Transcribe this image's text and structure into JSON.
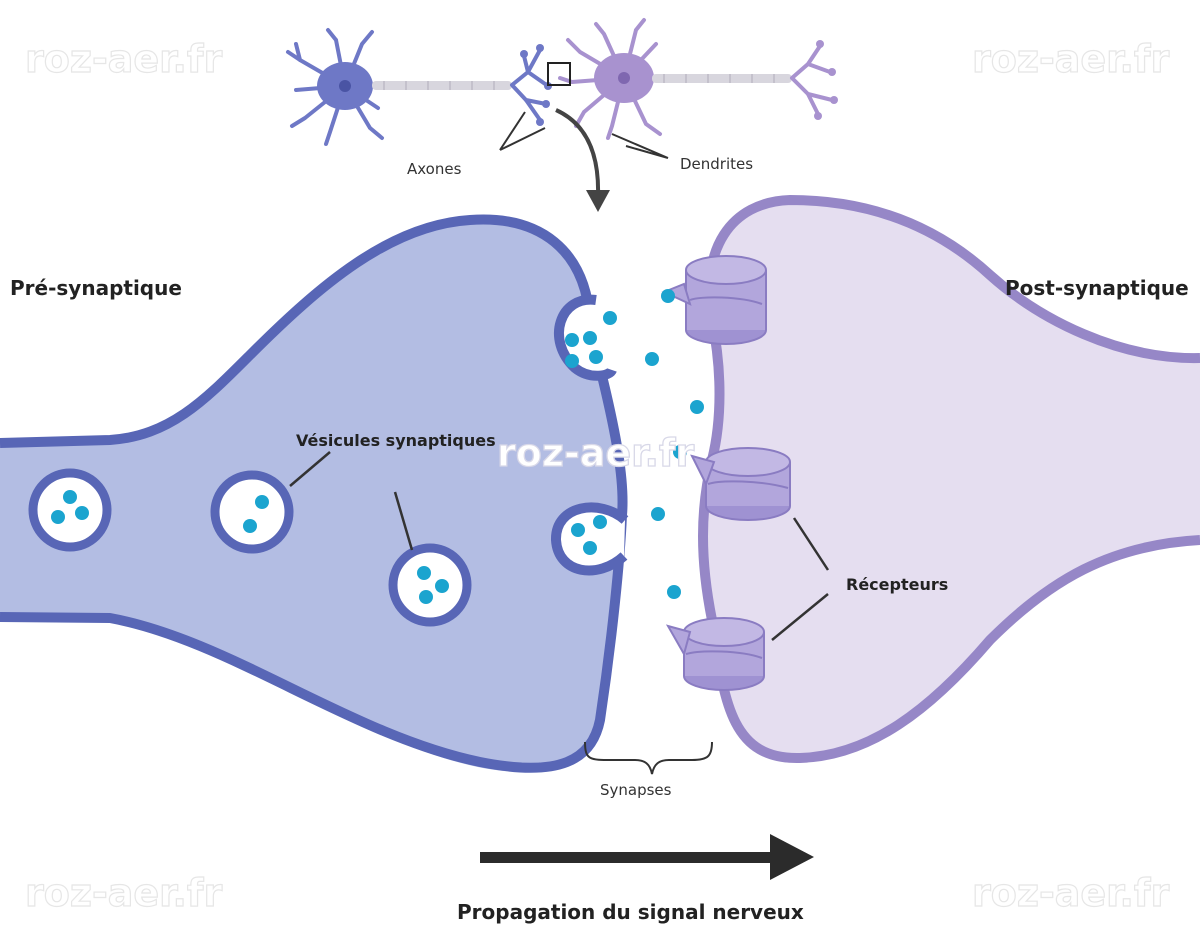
{
  "labels": {
    "pre": "Pré-synaptique",
    "post": "Post-synaptique",
    "vesicles": "Vésicules synaptiques",
    "receptors": "Récepteurs",
    "synapses": "Synapses",
    "axons": "Axones",
    "dendrites": "Dendrites",
    "propagation": "Propagation du signal nerveux"
  },
  "watermark": "roz-aer.fr",
  "colors": {
    "pre_fill": "#b3bde3",
    "pre_stroke": "#5866b6",
    "post_fill": "#e5def0",
    "post_stroke": "#9687c7",
    "receptor": "#b2a6dc",
    "receptor_stroke": "#8a7cc2",
    "neurotransmitter": "#1ba4cf",
    "arrow": "#2b2b2b"
  }
}
